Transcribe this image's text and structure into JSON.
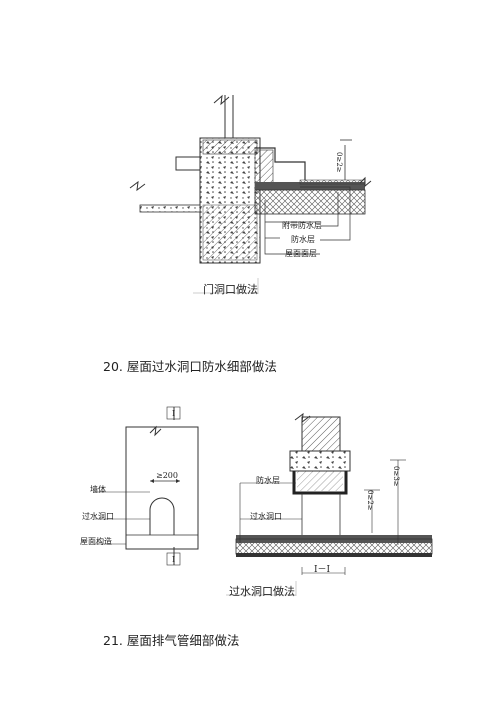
{
  "figure1": {
    "labels": [
      "附带防水层",
      "防水层",
      "屋面面层"
    ],
    "dim_text": "0≥2≥",
    "caption": "门洞口做法"
  },
  "section20": {
    "number": "20.",
    "title": "屋面过水洞口防水细部做法"
  },
  "figure2": {
    "left_labels": [
      "墙体",
      "过水洞口",
      "屋面构造"
    ],
    "width_dim": "≥200",
    "section_mark": "I",
    "right_labels": [
      "防水层",
      "过水洞口"
    ],
    "dim_text_a": "0≥2≥",
    "dim_text_b": "0≥3≥",
    "section_label": "I－I",
    "caption": "过水洞口做法"
  },
  "section21": {
    "number": "21.",
    "title": "屋面排气管细部做法"
  }
}
